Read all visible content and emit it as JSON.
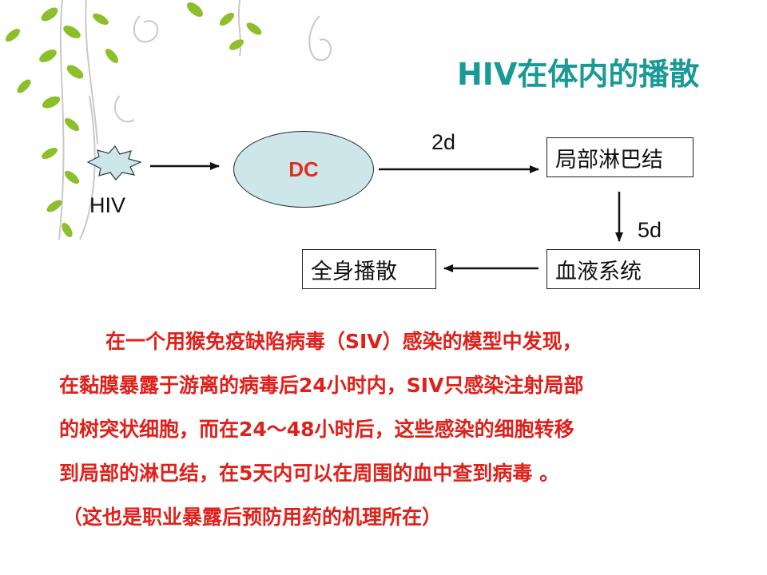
{
  "title": "HIV在体内的播散",
  "diagram": {
    "virus_label": "HIV",
    "dc_label": "DC",
    "arrow_label_top": "2d",
    "arrow_label_side": "5d",
    "nodes": {
      "lymph": "局部淋巴结",
      "blood": "血液系统",
      "systemic": "全身播散"
    }
  },
  "paragraph": {
    "lines": [
      "在一个用猴免疫缺陷病毒（SIV）感染的模型中发现，",
      "在黏膜暴露于游离的病毒后24小时内，SIV只感染注射局部",
      "的树突状细胞，而在24～48小时后，这些感染的细胞转移",
      "到局部的淋巴结，在5天内可以在周围的血中查到病毒 。",
      "（这也是职业暴露后预防用药的机理所在）"
    ]
  },
  "colors": {
    "title": "#1a9a96",
    "text_highlight": "#e0201a",
    "dc_fill": "#cde6ea",
    "dc_text": "#e0301e",
    "leaf": "#8cbf2a"
  }
}
